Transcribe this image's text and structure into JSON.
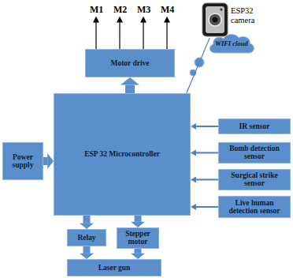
{
  "diagram": {
    "nodes": [
      {
        "text": [
          "ESP32 camera"
        ]
      },
      {
        "text": [
          "Motor drive"
        ]
      },
      {
        "text": [
          "WIFI cloud"
        ]
      },
      {
        "text": [
          "ESP 32 Microcontroller"
        ]
      },
      {
        "text": [
          "IR sensor"
        ]
      },
      {
        "text": [
          "Power supply"
        ]
      },
      {
        "text": [
          "Bomb detection sensor"
        ]
      },
      {
        "text": [
          "Surgical strike sensor"
        ]
      },
      {
        "text": [
          "Live human detection sensor"
        ]
      },
      {
        "text": [
          "Relay"
        ]
      },
      {
        "text": [
          "Stepper motor"
        ]
      },
      {
        "text": [
          "Laser gun"
        ]
      }
    ],
    "edges": [
      {
        "from": 3,
        "to": 1,
        "arrow": "to"
      },
      {
        "from": 3,
        "to": 0,
        "arrow": "none"
      },
      {
        "from": 5,
        "to": 3,
        "arrow": "to"
      },
      {
        "from": 4,
        "to": 3,
        "arrow": "to"
      },
      {
        "from": 6,
        "to": 3,
        "arrow": "to"
      },
      {
        "from": 7,
        "to": 3,
        "arrow": "to"
      },
      {
        "from": 8,
        "to": 3,
        "arrow": "to"
      },
      {
        "from": 3,
        "to": 9,
        "arrow": "to"
      },
      {
        "from": 3,
        "to": 10,
        "arrow": "to"
      },
      {
        "from": 9,
        "to": 11,
        "arrow": "to"
      },
      {
        "from": 10,
        "to": 11,
        "arrow": "to"
      }
    ],
    "labels": [
      "M1",
      "M2",
      "M3",
      "M4"
    ]
  }
}
